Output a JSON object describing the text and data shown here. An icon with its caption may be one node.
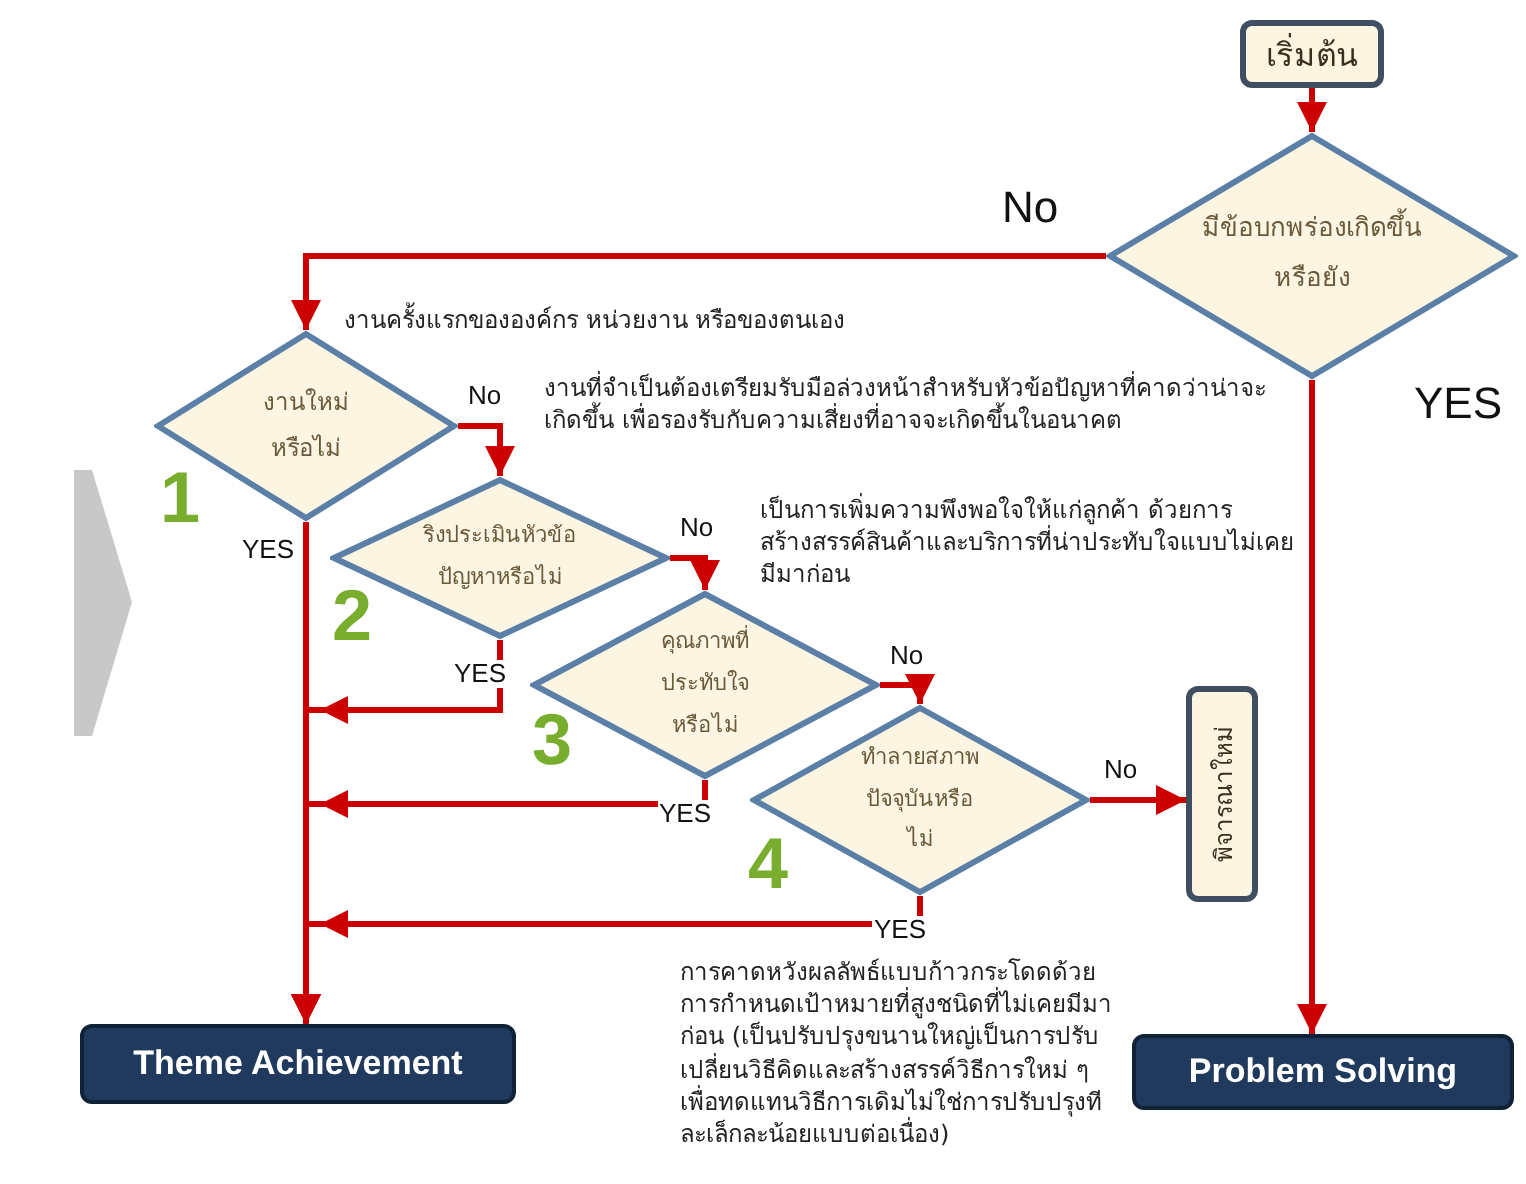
{
  "diagram": {
    "nodes": [
      {
        "text": [
          "เริ่มต้น"
        ]
      },
      {
        "text": [
          "มีข้อบกพร่องเกิดขึ้นหรือยัง"
        ]
      },
      {
        "text": [
          "งานใหม่หรือไม่"
        ]
      },
      {
        "text": [
          "ริงประเมินหัวข้อปัญหาหรือไม่"
        ]
      },
      {
        "text": [
          "คุณภาพที่ประทับใจหรือไม่"
        ]
      },
      {
        "text": [
          "ทำลายสภาพปัจจุบันหรือไม่"
        ]
      },
      {
        "text": [
          "พิจารณาใหม่"
        ]
      },
      {
        "text": [
          "Theme Achievement"
        ]
      },
      {
        "text": [
          "Problem Solving"
        ]
      },
      {
        "text": [],
        "shape": "chevron"
      }
    ],
    "edges": [
      {
        "from": 0,
        "to": 1,
        "arrow": "to"
      },
      {
        "from": 1,
        "to": 2,
        "arrow": "to",
        "label": "No"
      },
      {
        "from": 1,
        "to": 8,
        "arrow": "to",
        "label": "YES"
      },
      {
        "from": 2,
        "to": 3,
        "arrow": "to",
        "label": "No"
      },
      {
        "from": 2,
        "to": 7,
        "arrow": "to",
        "label": "YES"
      },
      {
        "from": 3,
        "to": 4,
        "arrow": "to",
        "label": "No"
      },
      {
        "from": 3,
        "to": 7,
        "arrow": "to",
        "label": "YES"
      },
      {
        "from": 4,
        "to": 5,
        "arrow": "to",
        "label": "No"
      },
      {
        "from": 4,
        "to": 7,
        "arrow": "to",
        "label": "YES"
      },
      {
        "from": 5,
        "to": 6,
        "arrow": "to",
        "label": "No"
      },
      {
        "from": 5,
        "to": 7,
        "arrow": "to",
        "label": "YES"
      }
    ],
    "labels": [
      "งานครั้งแรกขององค์กร หน่วยงาน หรือของตนเอง",
      "งานที่จำเป็นต้องเตรียมรับมือล่วงหน้าสำหรับหัวข้อปัญหาที่คาดว่าน่าจะเกิดขึ้น เพื่อรองรับกับความเสี่ยงที่อาจจะเกิดขึ้นในอนาคต",
      "1",
      "เป็นการเพิ่มความพึงพอใจให้แก่ลูกค้า ด้วยการสร้างสรรค์สินค้าและบริการที่น่าประทับใจแบบไม่เคยมีมาก่อน",
      "2",
      "3",
      "4",
      "การคาดหวังผลลัพธ์แบบก้าวกระโดดด้วยการกำหนดเป้าหมายที่สูงชนิดที่ไม่เคยมีมาก่อน (เป็นปรับปรุงขนานใหญ่เป็นการปรับเปลี่ยนวิธีคิดและสร้างสรรค์วิธีการใหม่ ๆ เพื่อทดแทนวิธีการเดิมไม่ใช่การปรับปรุงทีละเล็กละน้อยแบบต่อเนื่อง)"
    ]
  }
}
